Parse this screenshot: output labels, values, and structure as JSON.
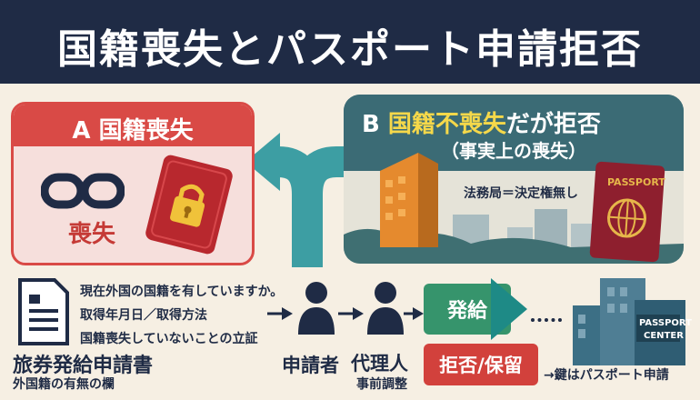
{
  "header": {
    "title": "国籍喪失とパスポート申請拒否"
  },
  "panel_a": {
    "title": "A 国籍喪失",
    "lost_label": "喪失"
  },
  "panel_b": {
    "title_prefix": "B ",
    "title_highlight": "国籍不喪失",
    "title_suffix": "だが拒否",
    "subtitle": "（事実上の喪失）",
    "note": "法務局＝決定権無し",
    "passport_label": "PASSPORT"
  },
  "form": {
    "questions": [
      "現在外国の国籍を有していますか。",
      "取得年月日／取得方法",
      "国籍喪失していないことの立証"
    ],
    "title": "旅券発給申請書",
    "subtitle": "外国籍の有無の欄"
  },
  "flow": {
    "applicant_label": "申請者",
    "agent_label": "代理人",
    "agent_sub": "事前調整",
    "issue_label": "発給",
    "reject_label": "拒否/保留"
  },
  "center": {
    "sign_line1": "PASSPORT",
    "sign_line2": "CENTER",
    "note": "→鍵はパスポート申請"
  },
  "colors": {
    "header_bg": "#1f2b45",
    "accent_red": "#d94a46",
    "teal": "#3b6b75",
    "green": "#36946c",
    "yellow": "#f5d84a"
  }
}
